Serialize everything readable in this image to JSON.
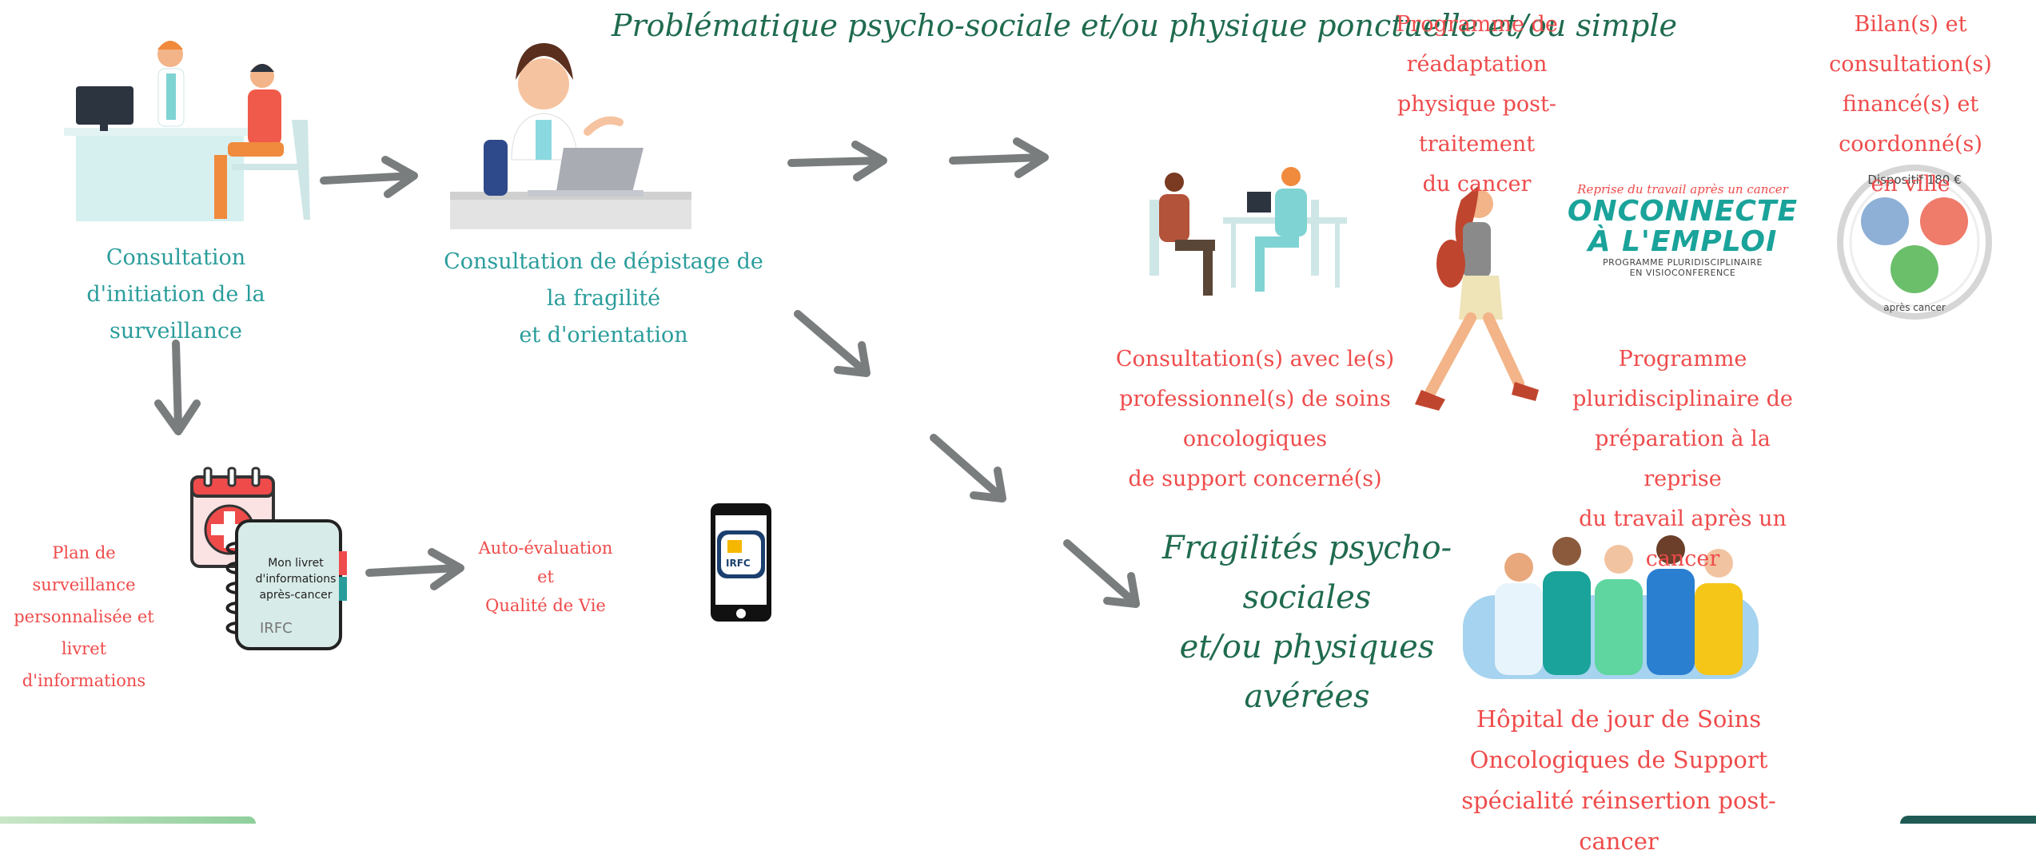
{
  "title": "Problématique psycho-sociale et/ou physique ponctuelle et/ou simple",
  "consult_init": [
    "Consultation d'initiation de la",
    "surveillance"
  ],
  "consult_depistage": [
    "Consultation de dépistage de la fragilité",
    "et d'orientation"
  ],
  "plan_surveillance": [
    "Plan de surveillance",
    "personnalisée et livret",
    "d'informations"
  ],
  "livret": {
    "lines": [
      "Mon livret",
      "d'informations",
      "après-cancer"
    ],
    "brand": "IRFC"
  },
  "phone_brand": "IRFC",
  "auto_evaluation": [
    "Auto-évaluation et",
    "Qualité de Vie"
  ],
  "fragilites": [
    "Fragilités psycho-sociales",
    "et/ou physiques avérées"
  ],
  "consult_pros": [
    "Consultation(s) avec le(s)",
    "professionnel(s) de soins",
    "oncologiques",
    "de support concerné(s)"
  ],
  "readaptation": [
    "Programme de",
    "réadaptation",
    "physique post-traitement",
    "du cancer"
  ],
  "onconnecte": {
    "tagline": "Reprise du travail après un cancer",
    "line1": "ONCONNECTE",
    "line2": "À L'EMPLOI",
    "sub1": "PROGRAMME PLURIDISCIPLINAIRE",
    "sub2": "EN VISIOCONFERENCE"
  },
  "programme_reprise": [
    "Programme",
    "pluridisciplinaire de",
    "préparation à la reprise",
    "du travail après un cancer"
  ],
  "bilans": [
    "Bilan(s) et consultation(s)",
    "financé(s) et coordonné(s)",
    "en ville"
  ],
  "dispositif_badge": {
    "top": "Dispositif 180 €",
    "bottom": "après cancer"
  },
  "hopital": [
    "Hôpital de jour de Soins",
    "Oncologiques de Support",
    "spécialité réinsertion post-cancer"
  ],
  "colors": {
    "green": "#1f6b4e",
    "teal": "#2a9d9b",
    "red": "#ef4b4b",
    "arrow": "#7a7d7e"
  }
}
